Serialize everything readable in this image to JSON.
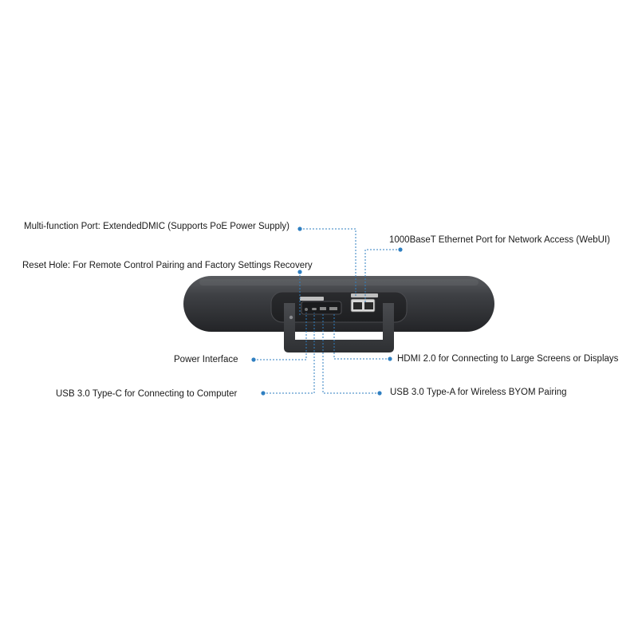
{
  "labels": {
    "multi_function_port": "Multi-function Port: ExtendedDMIC (Supports PoE Power Supply)",
    "ethernet_port": "1000BaseT Ethernet Port for Network Access (WebUI)",
    "reset_hole": "Reset Hole: For Remote Control Pairing and Factory Settings Recovery",
    "power_interface": "Power Interface",
    "hdmi": "HDMI 2.0 for Connecting to Large Screens or Displays",
    "usb_c": "USB 3.0 Type-C for Connecting to Computer",
    "usb_a": "USB 3.0 Type-A for Wireless BYOM Pairing"
  },
  "colors": {
    "leader_line": "#2f7fc1",
    "device_body": "#3a3c3f",
    "text": "#1a1a1a"
  },
  "icons": {
    "device": "video-bar-rear-view",
    "ports": [
      "ethernet-port-icon",
      "ethernet-port-icon"
    ]
  }
}
